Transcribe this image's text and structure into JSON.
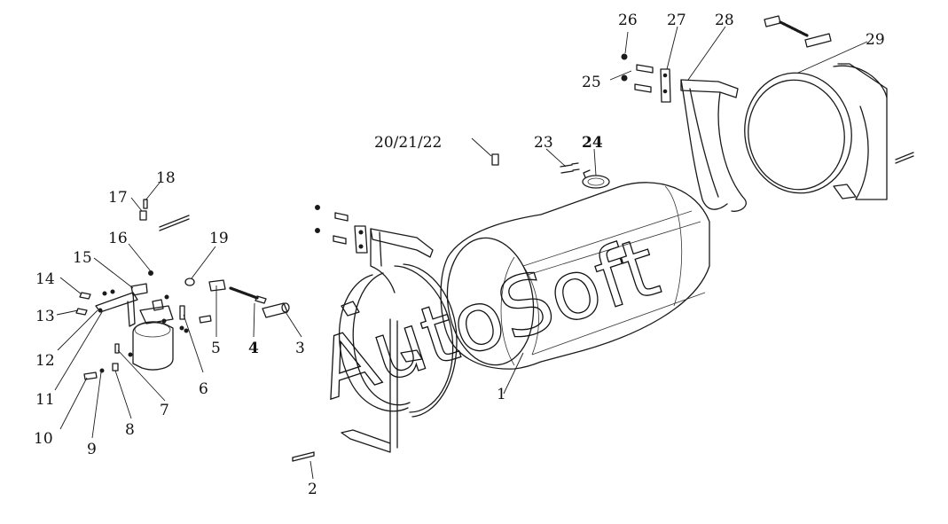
{
  "watermark": "AutoSoft",
  "callouts": [
    "1",
    "2",
    "3",
    "4",
    "5",
    "6",
    "7",
    "8",
    "9",
    "10",
    "11",
    "12",
    "13",
    "14",
    "15",
    "16",
    "17",
    "18",
    "19",
    "20/21/22",
    "23",
    "24",
    "25",
    "26",
    "27",
    "28",
    "29"
  ]
}
